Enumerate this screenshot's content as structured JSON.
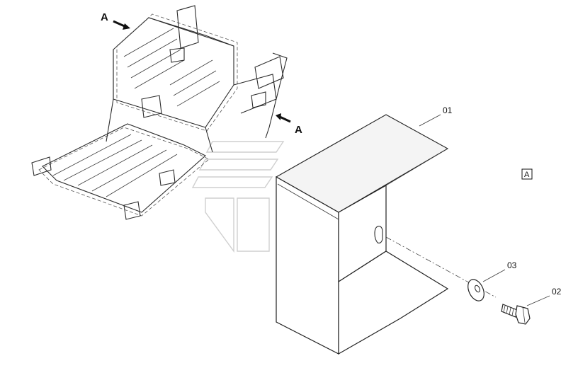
{
  "view_markers": [
    {
      "label": "A"
    },
    {
      "label": "A"
    }
  ],
  "view_box_label": "A",
  "callouts": [
    {
      "label": "01"
    },
    {
      "label": "03"
    },
    {
      "label": "02"
    }
  ]
}
